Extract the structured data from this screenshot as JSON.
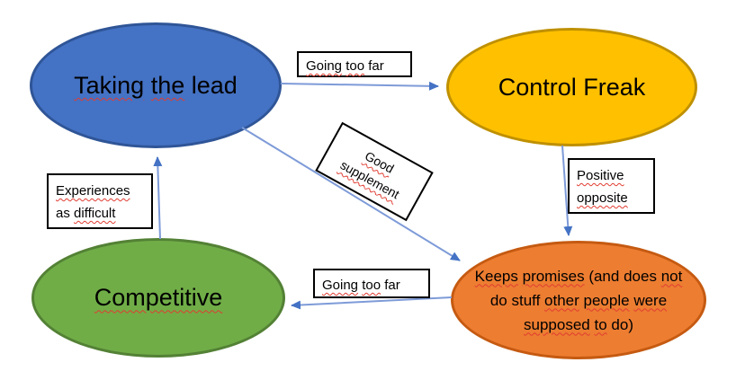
{
  "colors": {
    "node_blue_fill": "#4472C4",
    "node_blue_border": "#2F5597",
    "node_gold_fill": "#FFC000",
    "node_gold_border": "#BF9000",
    "node_green_fill": "#70AD47",
    "node_green_border": "#538135",
    "node_orange_fill": "#ED7D31",
    "node_orange_border": "#C55A11",
    "arrow_shaft": "#7E9BD8",
    "arrow_head": "#4472C4",
    "spellcheck": "#E03C31"
  },
  "nodes": {
    "taking_lead": {
      "w1": "Taking",
      "w2": "the",
      "w3": "lead"
    },
    "control_freak": {
      "label": "Control Freak"
    },
    "competitive": {
      "label": "Competitive"
    },
    "keeps_promises": {
      "w1": "Keeps",
      "w2": "promises",
      "w3": "(and",
      "w4": "does",
      "w5": "not",
      "w6": "do",
      "w7": "stuff",
      "w8": "other",
      "w9": "people",
      "w10": "were",
      "w11": "supposed",
      "w12": "to",
      "w13": "do)"
    }
  },
  "edge_labels": {
    "top_going_too_far": {
      "w1": "Going",
      "w2": "too",
      "w3": "far"
    },
    "good_supplement": {
      "w1": "Good",
      "w2": "supplement"
    },
    "experiences_difficult": {
      "w1": "Experiences",
      "w2": "as",
      "w3": "difficult"
    },
    "positive_opposite": {
      "w1": "Positive",
      "w2": "opposite"
    },
    "bottom_going_too_far": {
      "w1": "Going",
      "w2": "too",
      "w3": "far"
    }
  }
}
